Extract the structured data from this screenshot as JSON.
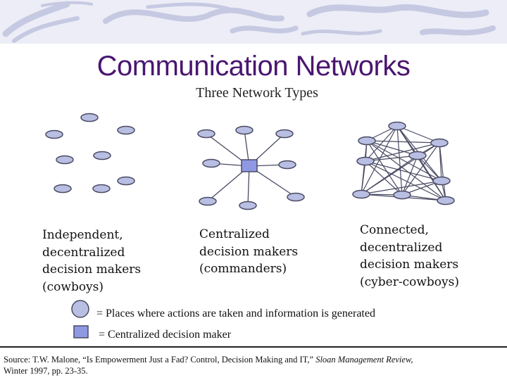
{
  "slide": {
    "title": "Communication Networks",
    "subtitle": "Three Network Types"
  },
  "networks": [
    {
      "caption_lines": [
        "Independent,",
        "decentralized",
        "decision makers",
        "(cowboys)"
      ]
    },
    {
      "caption_lines": [
        "Centralized",
        "decision makers",
        "(commanders)"
      ]
    },
    {
      "caption_lines": [
        "Connected,",
        "decentralized",
        "decision makers",
        "(cyber-cowboys)"
      ]
    }
  ],
  "legend": {
    "node_text": "= Places where actions are taken and information is generated",
    "hub_text": "= Centralized decision maker"
  },
  "source": {
    "line1_before": "Source: T.W. Malone, “Is Empowerment Just a Fad? Control, Decision Making and IT,” ",
    "journal": "Sloan Management Review,",
    "line2": "Winter 1997, pp. 23-35."
  },
  "colors": {
    "title": "#4a1670",
    "node_fill": "#b9bee3",
    "node_stroke": "#4a4a63",
    "hub_fill": "#8f98e2",
    "banner": "#ced0e6"
  }
}
